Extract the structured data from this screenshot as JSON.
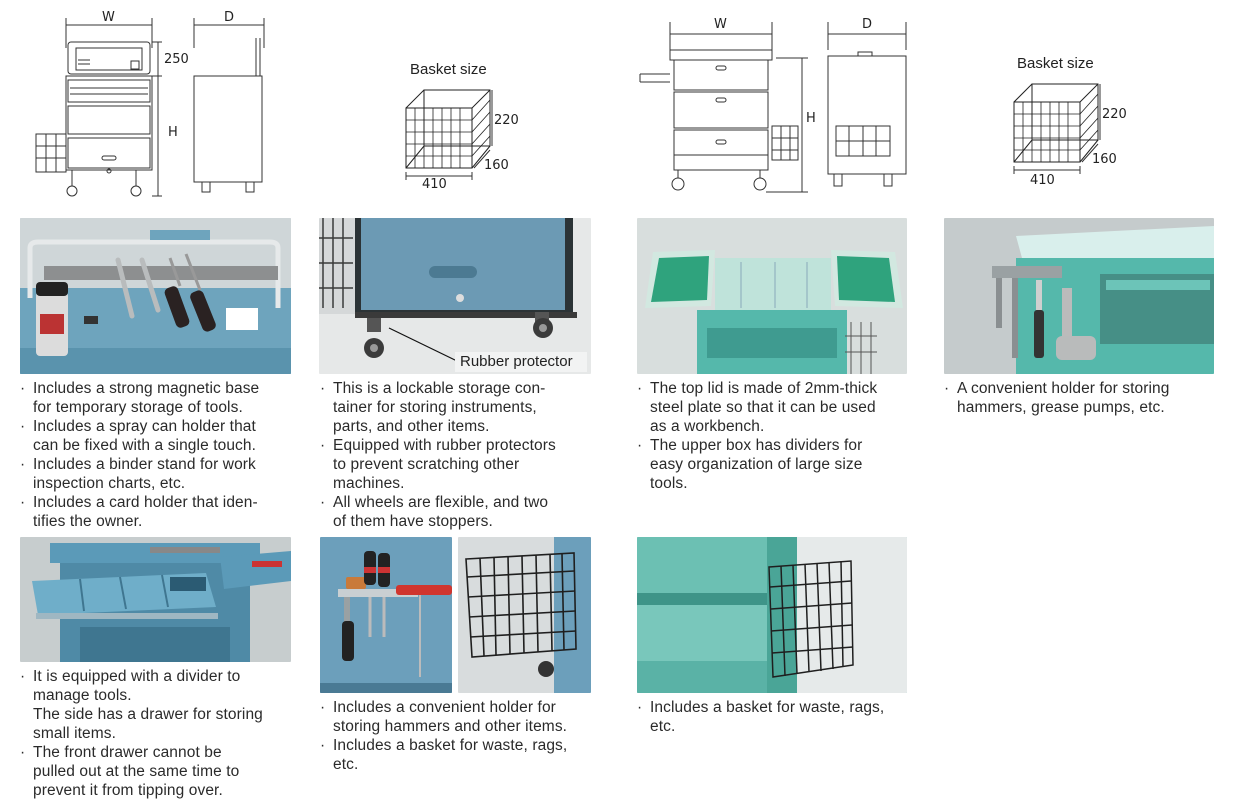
{
  "diagram1": {
    "labels": {
      "width": "W",
      "depth": "D",
      "height": "H",
      "top_height": "250"
    }
  },
  "basket1": {
    "title": "Basket size",
    "dims": {
      "height": "220",
      "depth": "160",
      "width": "410"
    }
  },
  "diagram2": {
    "labels": {
      "width": "W",
      "depth": "D",
      "height": "H"
    }
  },
  "basket2": {
    "title": "Basket size",
    "dims": {
      "height": "220",
      "depth": "160",
      "width": "410"
    }
  },
  "photo_callout": "Rubber protector",
  "descriptions": {
    "d1": [
      "Includes a strong magnetic base\nfor temporary storage of tools.",
      "Includes a spray can holder that\ncan be fixed with a single touch.",
      "Includes a binder stand for work\ninspection charts, etc.",
      "Includes a card holder that iden-\ntifies the owner."
    ],
    "d2": [
      "This is a lockable storage con-\ntainer for storing instruments,\nparts, and other items.",
      "Equipped with rubber protectors\nto prevent scratching other\nmachines.",
      "All wheels are flexible, and two\nof them have stoppers."
    ],
    "d3": [
      "The top lid is made of 2mm-thick\nsteel plate so that it can be used\nas a workbench.",
      "The upper box has dividers for\neasy organization of large size\ntools."
    ],
    "d4": [
      "A convenient holder for storing\nhammers, grease pumps, etc."
    ],
    "d5": [
      "It is equipped with a divider to\nmanage tools.\nThe side has a drawer for storing\nsmall items.",
      "The front drawer cannot be\npulled out at the same time to\nprevent it from tipping over."
    ],
    "d6": [
      "Includes a convenient holder for\nstoring hammers and other items.",
      "Includes a basket for waste, rags,\netc."
    ],
    "d7": [
      "Includes a basket for waste, rags,\netc."
    ]
  },
  "colors": {
    "cart_blue": "#5b9ab8",
    "cart_teal": "#55b8ab",
    "tray_green": "#2fa37d"
  }
}
